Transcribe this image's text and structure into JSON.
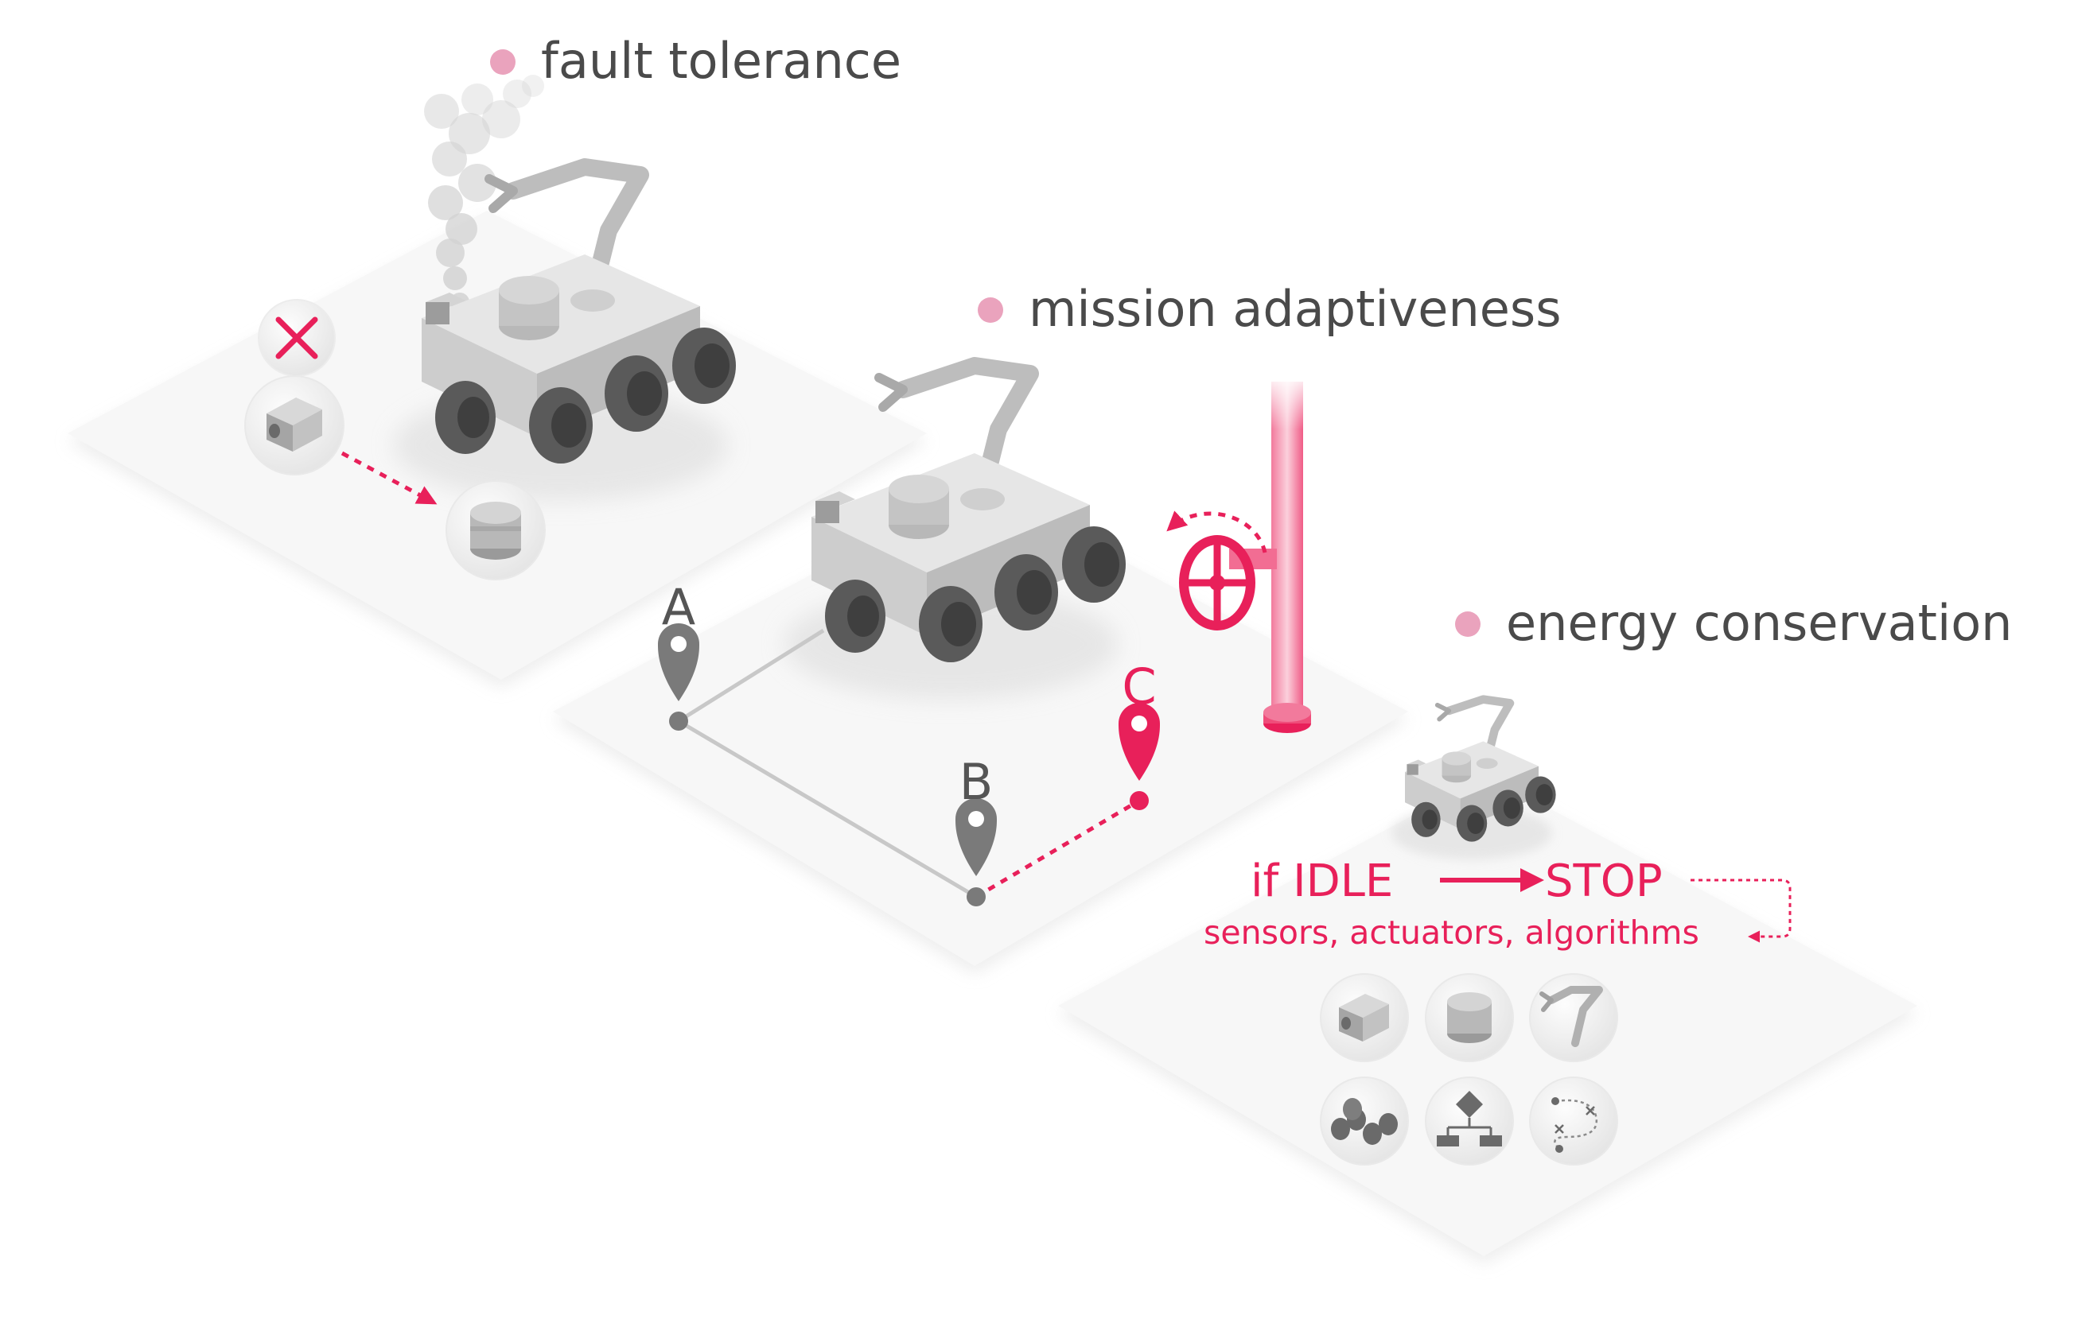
{
  "headings": {
    "fault_tolerance": "fault tolerance",
    "mission_adaptiveness": "mission adaptiveness",
    "energy_conservation": "energy conservation"
  },
  "waypoints": {
    "a": "A",
    "b": "B",
    "c": "C"
  },
  "energy_rule": {
    "condition": "if IDLE",
    "action": "STOP",
    "targets": "sensors, actuators, algorithms"
  },
  "colors": {
    "accent": "#e8205a",
    "bullet": "#eaa3bd",
    "heading_text": "#4a4a4a",
    "platform": "#f7f7f7",
    "robot_body": "#cfcfcf",
    "wheel": "#5a5a5a"
  },
  "icons": {
    "energy_grid": [
      "camera-icon",
      "lidar-icon",
      "robot-arm-icon",
      "wheels-icon",
      "flowchart-icon",
      "path-planning-icon"
    ]
  }
}
